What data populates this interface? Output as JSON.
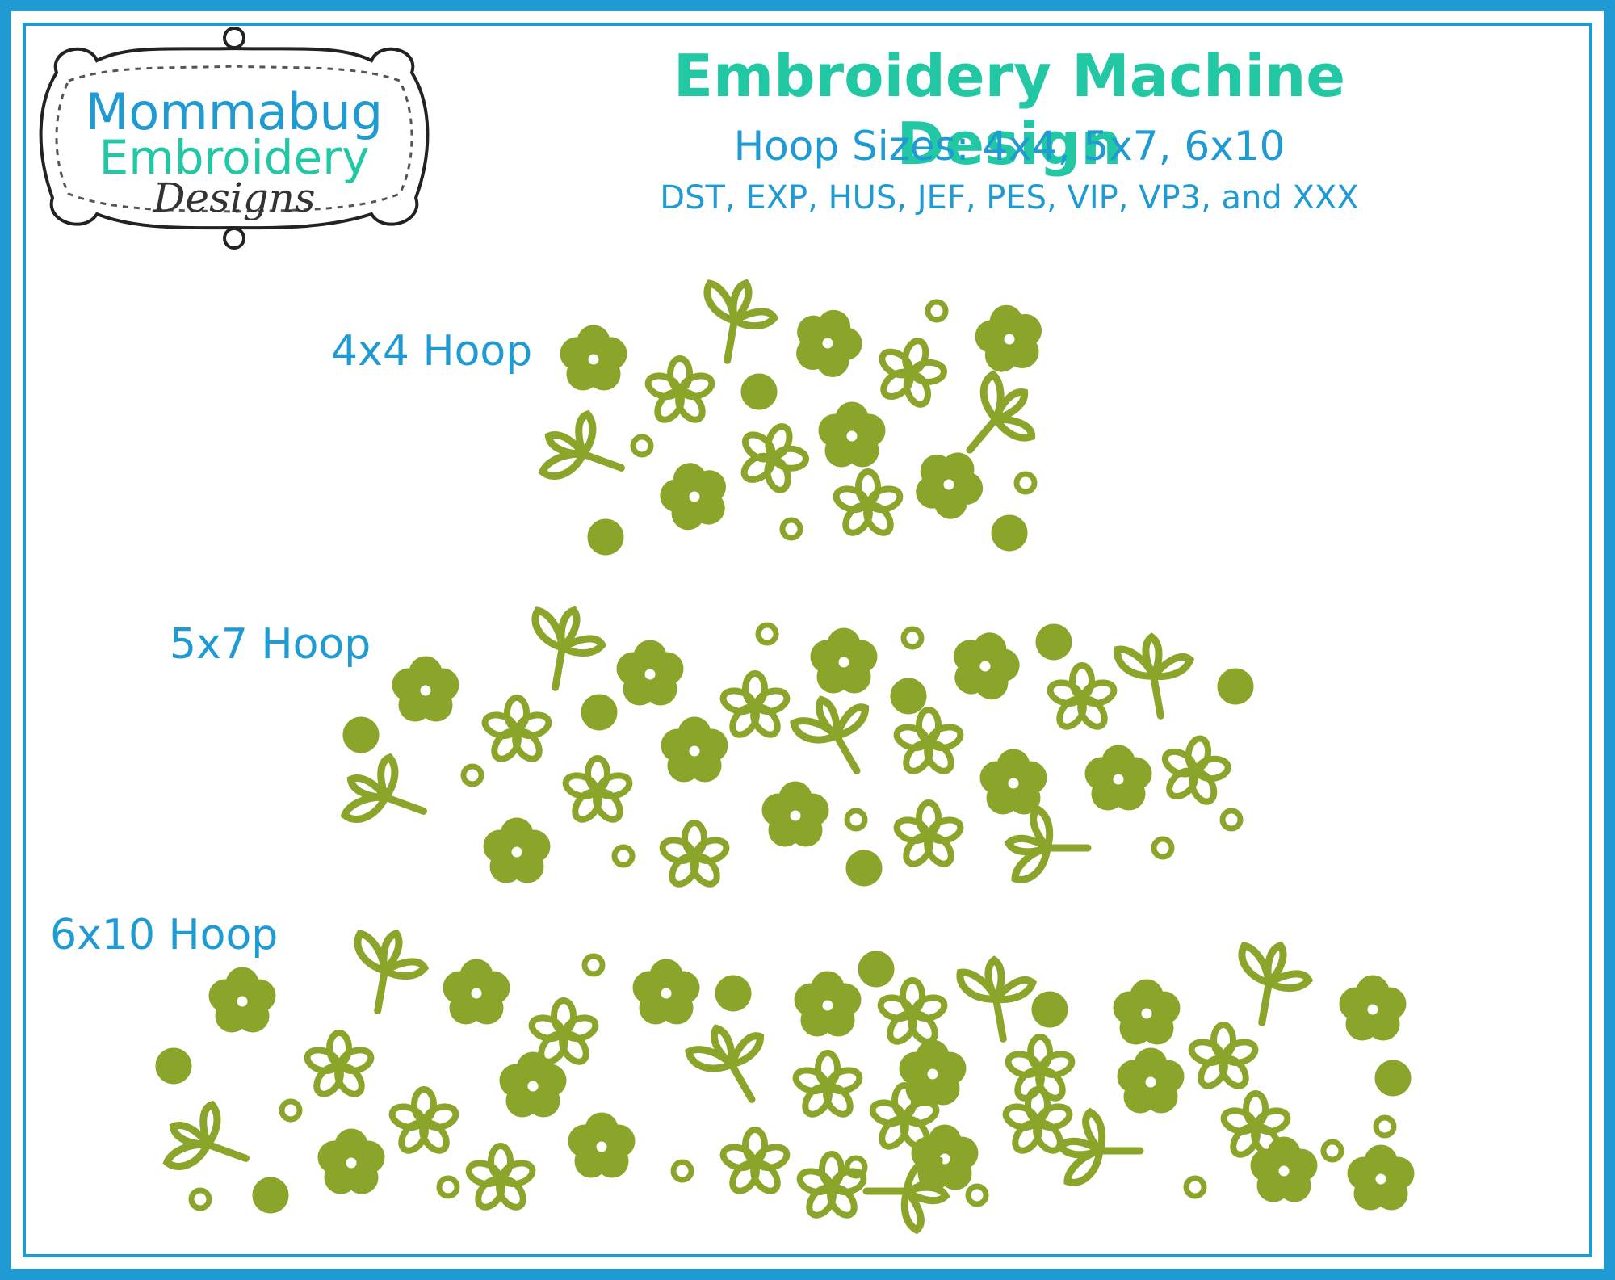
{
  "logo": {
    "line1": "Mommabug",
    "line2": "Embroidery",
    "line3": "Designs"
  },
  "header": {
    "title": "Embroidery Machine Design",
    "hoop_sizes": "Hoop Sizes: 4x4, 5x7, 6x10",
    "formats": "DST, EXP, HUS, JEF, PES, VIP, VP3, and XXX"
  },
  "hoops": [
    {
      "label": "4x4 Hoop"
    },
    {
      "label": "5x7 Hoop"
    },
    {
      "label": "6x10 Hoop"
    }
  ],
  "colors": {
    "frame": "#1f9ad2",
    "title": "#22c7a4",
    "embroidery": "#8aa52a",
    "embroidery_dark": "#6f8a1a"
  },
  "icons": [
    "flower-icon",
    "outline-flower-icon",
    "leaf-sprig-icon",
    "dot-icon",
    "ring-icon"
  ]
}
